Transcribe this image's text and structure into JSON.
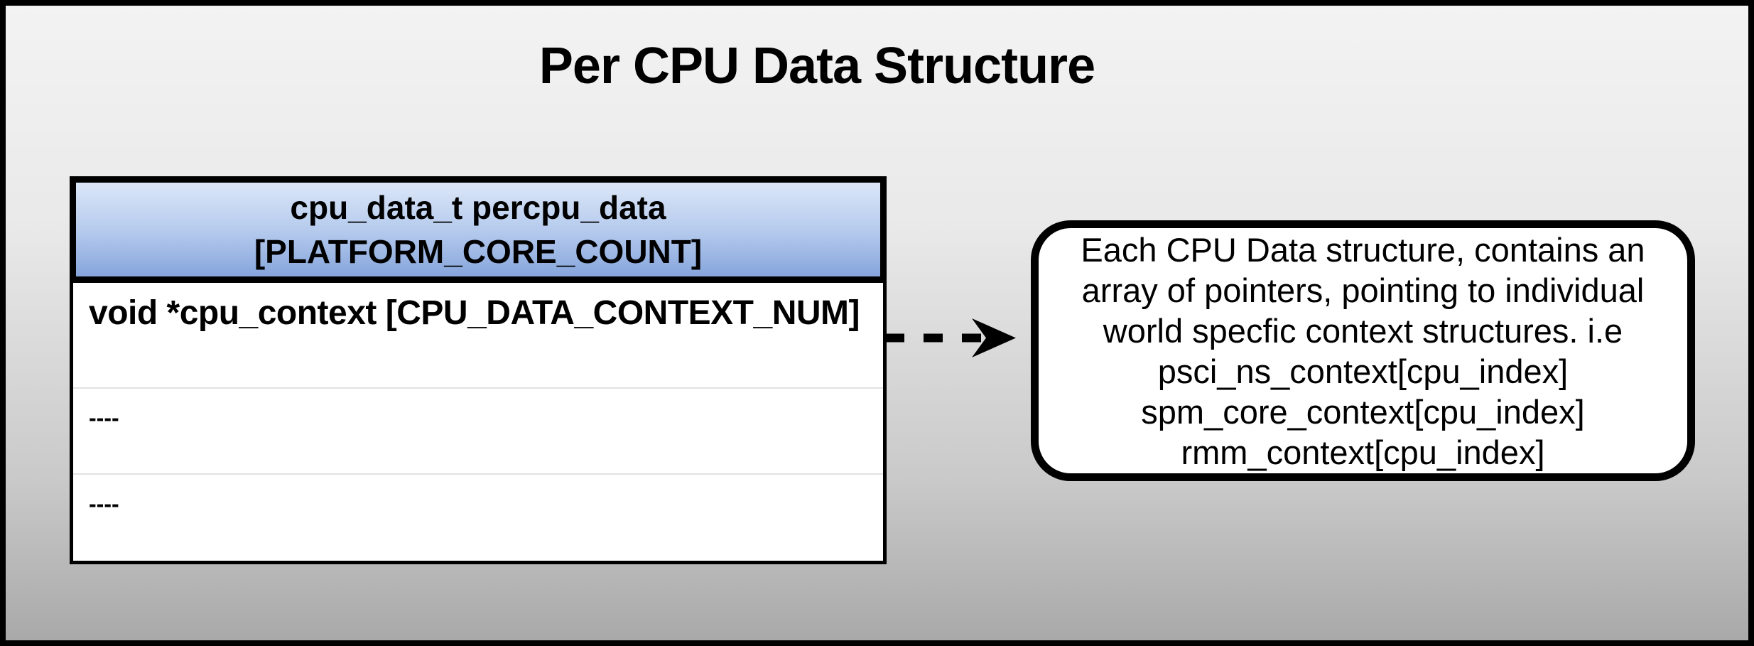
{
  "title": "Per CPU Data Structure",
  "struct_table": {
    "header_line1": "cpu_data_t percpu_data",
    "header_line2": "[PLATFORM_CORE_COUNT]",
    "rows": [
      {
        "label": "void *cpu_context [CPU_DATA_CONTEXT_NUM]"
      },
      {
        "label": "----"
      },
      {
        "label": "----"
      }
    ]
  },
  "annotation": {
    "lines": [
      "Each CPU Data structure, contains an",
      "array of pointers, pointing to individual",
      "world specfic context structures. i.e",
      "psci_ns_context[cpu_index]",
      "spm_core_context[cpu_index]",
      "rmm_context[cpu_index]"
    ]
  },
  "connector": {
    "type": "dashed-arrow-right"
  },
  "colors": {
    "canvas_border": "#000000",
    "background_top": "#f3f3f3",
    "background_bottom": "#a9a9a9",
    "header_gradient_top": "#dce7f8",
    "header_gradient_bottom": "#86a5dc",
    "row_divider": "#e2e2e2",
    "box_fill": "#ffffff",
    "text": "#000000"
  }
}
